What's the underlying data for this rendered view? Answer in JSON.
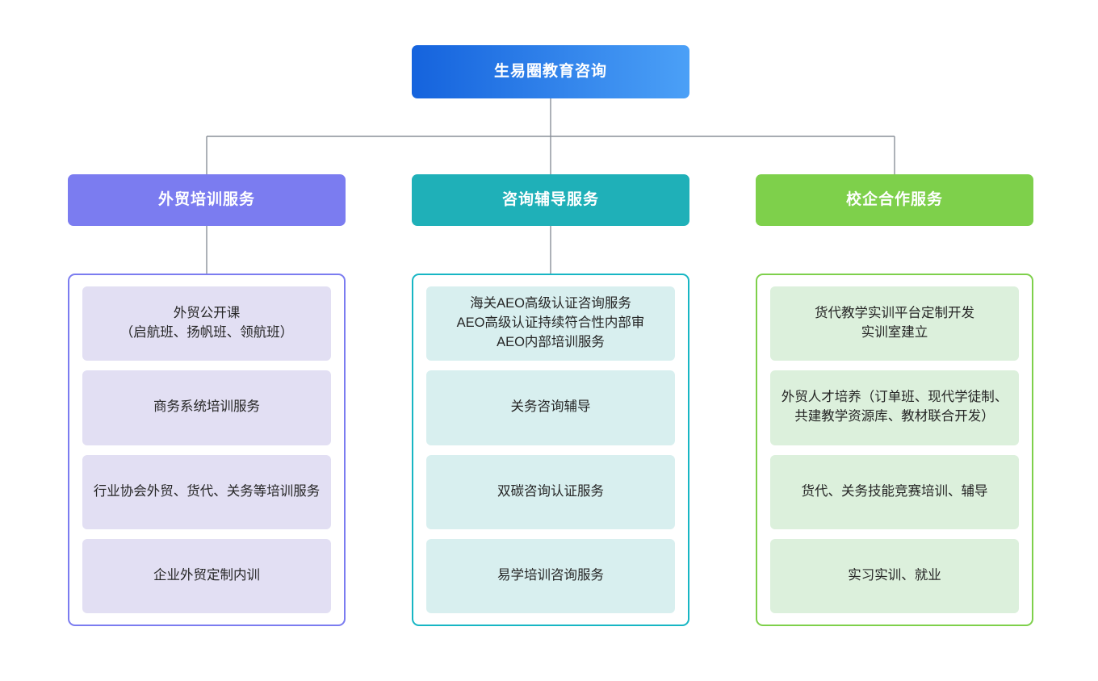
{
  "chart_data": {
    "type": "diagram",
    "subtype": "organization-tree",
    "title": "生易圈教育咨询",
    "levels": 3,
    "branch_count": 3,
    "orientation": "top-down",
    "connector_color": "#8a9099"
  },
  "colors": {
    "canvas": "#ffffff",
    "root_gradient_start": "#1563dd",
    "root_gradient_end": "#4ba0f7",
    "branch_purple": "#7b7cf0",
    "branch_purple_border": "#7b7cf0",
    "branch_purple_chip": "#e2dff3",
    "branch_teal": "#1fb0b8",
    "branch_teal_border": "#17b6c4",
    "branch_teal_chip": "#d8efef",
    "branch_green": "#7ed04b",
    "branch_green_border": "#7ed04b",
    "branch_green_chip": "#dcf0dc",
    "connector": "#8a9099",
    "text_light": "#ffffff",
    "text_dark": "#262626"
  },
  "root": {
    "label": "生易圈教育咨询"
  },
  "branches": [
    {
      "id": "foreign-trade-training",
      "header_label": "外贸培训服务",
      "header_color": "#7b7cf0",
      "border_color": "#7b7cf0",
      "chip_color": "#e2dff3",
      "items": [
        {
          "label": "外贸公开课\n（启航班、扬帆班、领航班）"
        },
        {
          "label": "商务系统培训服务"
        },
        {
          "label": "行业协会外贸、货代、关务等培训服务"
        },
        {
          "label": "企业外贸定制内训"
        }
      ]
    },
    {
      "id": "consulting-guidance",
      "header_label": "咨询辅导服务",
      "header_color": "#1fb0b8",
      "border_color": "#17b6c4",
      "chip_color": "#d8efef",
      "items": [
        {
          "label": "海关AEO高级认证咨询服务\nAEO高级认证持续符合性内部审\nAEO内部培训服务"
        },
        {
          "label": "关务咨询辅导"
        },
        {
          "label": "双碳咨询认证服务"
        },
        {
          "label": "易学培训咨询服务"
        }
      ]
    },
    {
      "id": "school-enterprise",
      "header_label": "校企合作服务",
      "header_color": "#7ed04b",
      "border_color": "#7ed04b",
      "chip_color": "#dcf0dc",
      "items": [
        {
          "label": "货代教学实训平台定制开发\n实训室建立"
        },
        {
          "label": "外贸人才培养（订单班、现代学徒制、共建教学资源库、教材联合开发）"
        },
        {
          "label": "货代、关务技能竞赛培训、辅导"
        },
        {
          "label": "实习实训、就业"
        }
      ]
    }
  ]
}
